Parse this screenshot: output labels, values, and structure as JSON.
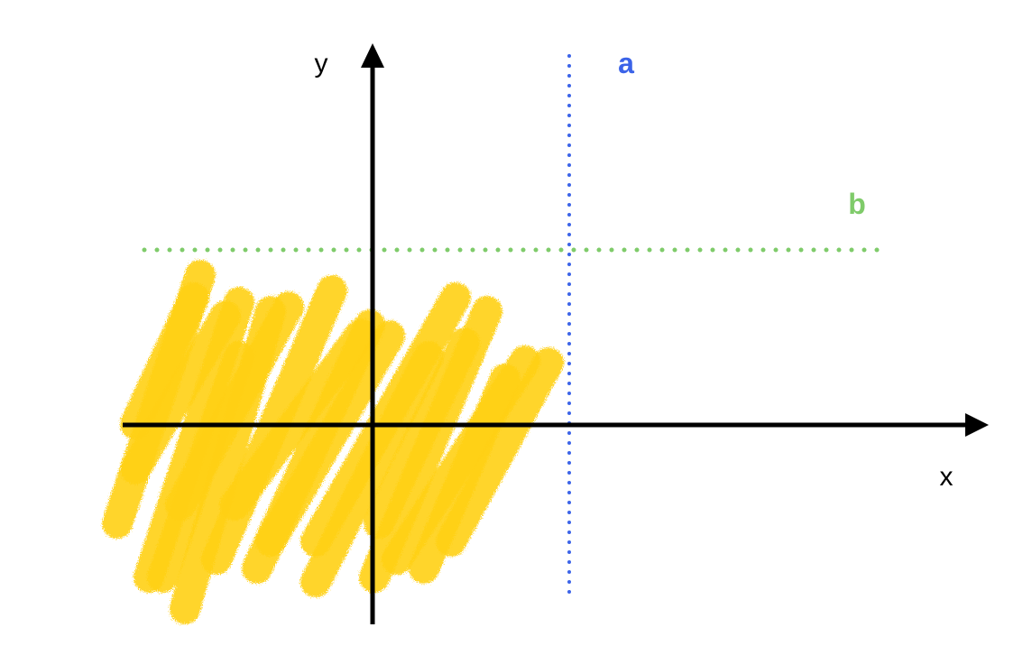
{
  "colors": {
    "background": "#ffffff",
    "axis": "#000000",
    "line_a": "#3b63e8",
    "line_b": "#7fcb6a",
    "shaded_region": "#ffcc00"
  },
  "axes": {
    "x_label": "x",
    "y_label": "y"
  },
  "lines": {
    "a": {
      "label": "a",
      "orientation": "vertical",
      "style": "dotted"
    },
    "b": {
      "label": "b",
      "orientation": "horizontal",
      "style": "dotted"
    }
  },
  "region": {
    "fill_style": "crayon-hatch",
    "description_bounds": "x < a and y < b"
  }
}
